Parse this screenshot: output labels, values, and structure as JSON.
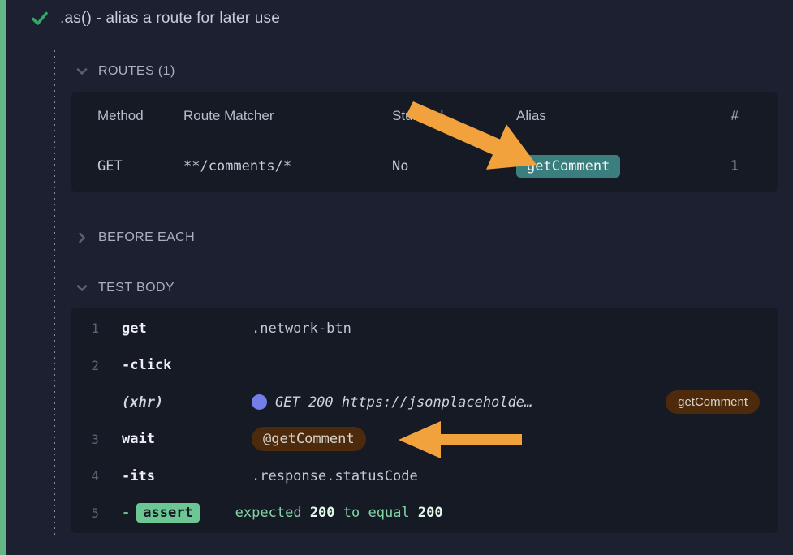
{
  "test": {
    "title": ".as() - alias a route for later use",
    "status": "passed"
  },
  "colors": {
    "pass_green": "#64b687",
    "check_green": "#35a express",
    "arrow_orange": "#f2a23c",
    "alias_teal": "#3a7f7e",
    "alias_brown": "#4d2a0c",
    "assert_green": "#6cc794",
    "xhr_dot_blue": "#747ee8",
    "panel_bg": "#161a25",
    "page_bg": "#1d2030"
  },
  "sections": {
    "routes": {
      "label": "ROUTES (1)",
      "expanded": true,
      "table": {
        "headers": {
          "method": "Method",
          "matcher": "Route Matcher",
          "stubbed": "Stubbed",
          "alias": "Alias",
          "count": "#"
        },
        "row": {
          "method": "GET",
          "matcher": "**/comments/*",
          "stubbed": "No",
          "alias": "getComment",
          "count": "1"
        }
      }
    },
    "before_each": {
      "label": "BEFORE EACH",
      "expanded": false
    },
    "test_body": {
      "label": "TEST BODY",
      "expanded": true,
      "commands": [
        {
          "num": "1",
          "name": "get",
          "message": ".network-btn"
        },
        {
          "num": "2",
          "name": "-click",
          "message": ""
        },
        {
          "num": "",
          "name": "(xhr)",
          "xhr_text": "GET 200 https://jsonplaceholde…",
          "alias_badge": "getComment"
        },
        {
          "num": "3",
          "name": "wait",
          "alias_badge": "@getComment"
        },
        {
          "num": "4",
          "name": "-its",
          "message": ".response.statusCode"
        },
        {
          "num": "5",
          "name": "-",
          "assert_label": "assert",
          "parts": {
            "p0": "expected",
            "p1": "200",
            "p2": "to equal",
            "p3": "200"
          }
        }
      ]
    }
  }
}
